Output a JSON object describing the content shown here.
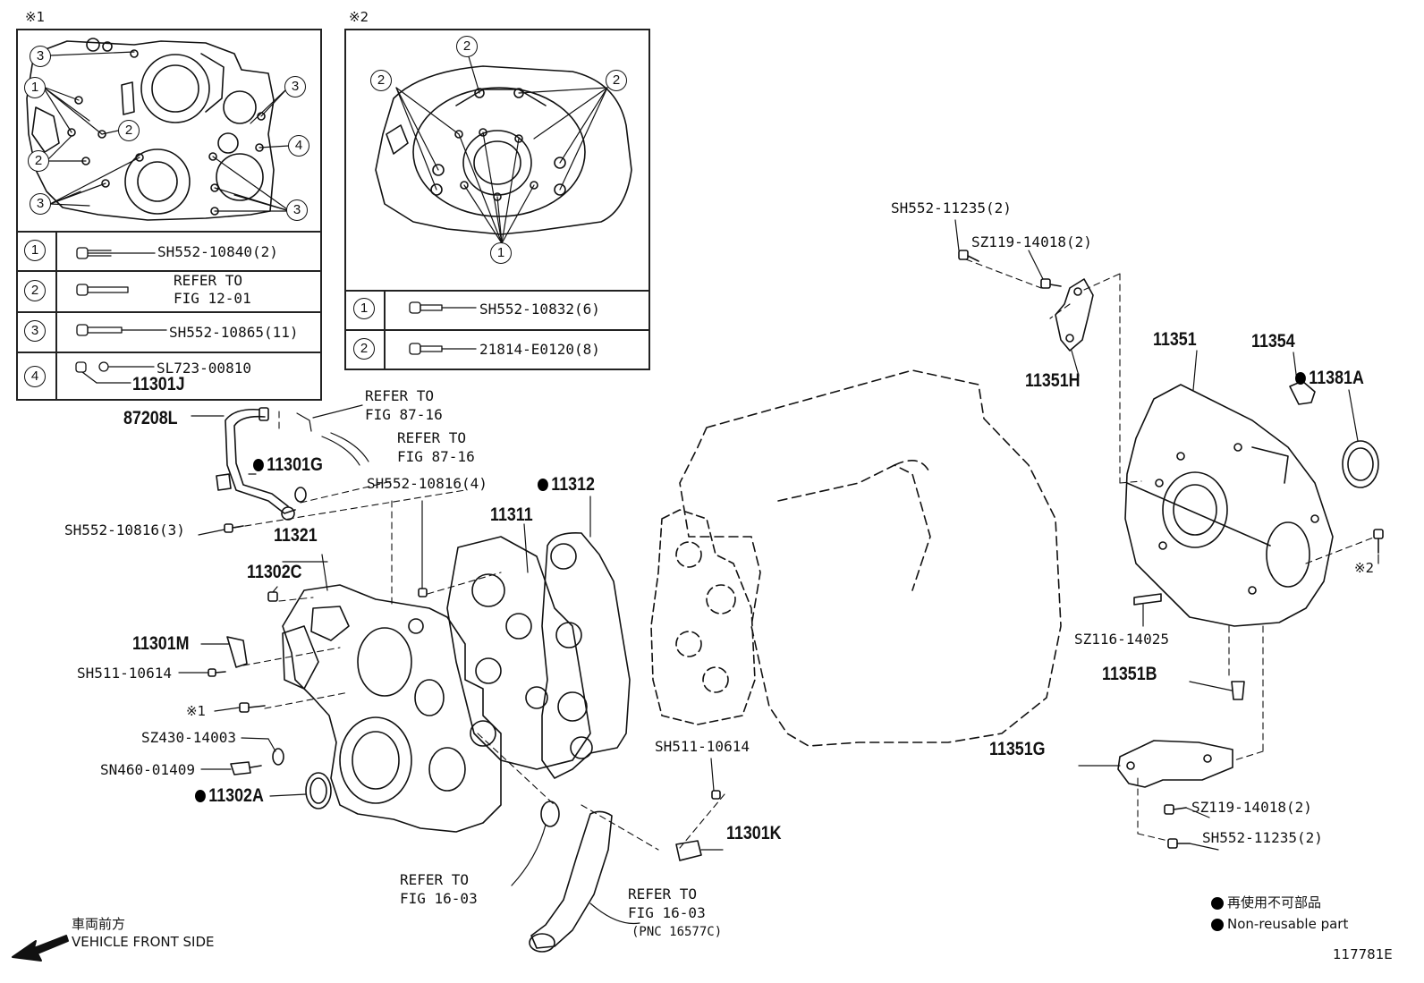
{
  "inset1": {
    "mark": "※1",
    "rows": [
      {
        "num": "1",
        "part": "SH552-10840(2)"
      },
      {
        "num": "2",
        "refer1": "REFER TO",
        "refer2": "FIG 12-01"
      },
      {
        "num": "3",
        "part": "SH552-10865(11)"
      },
      {
        "num": "4",
        "part": "SL723-00810",
        "part2": "11301J"
      }
    ]
  },
  "inset2": {
    "mark": "※2",
    "rows": [
      {
        "num": "1",
        "part": "SH552-10832(6)"
      },
      {
        "num": "2",
        "part": "21814-E0120(8)"
      }
    ]
  },
  "labels": {
    "p87208L": "87208L",
    "p11301G": "11301G",
    "p11321": "11321",
    "p11302C": "11302C",
    "p11301M": "11301M",
    "p11311": "11311",
    "p11312": "11312",
    "p11302A": "11302A",
    "p11301K": "11301K",
    "p11351": "11351",
    "p11354": "11354",
    "p11381A": "11381A",
    "p11351H": "11351H",
    "p11351B": "11351B",
    "p11351G": "11351G",
    "sh552_10816_3": "SH552-10816(3)",
    "sh552_10816_4": "SH552-10816(4)",
    "sh511_10614_a": "SH511-10614",
    "sh511_10614_b": "SH511-10614",
    "sz430_14003": "SZ430-14003",
    "sn460_01409": "SN460-01409",
    "mark1": "※1",
    "mark2": "※2",
    "sh552_11235_top": "SH552-11235(2)",
    "sz119_14018_top": "SZ119-14018(2)",
    "sz116_14025": "SZ116-14025",
    "sz119_14018_bot": "SZ119-14018(2)",
    "sh552_11235_bot": "SH552-11235(2)"
  },
  "refers": {
    "r87_16_a": {
      "line1": "REFER TO",
      "line2": "FIG 87-16"
    },
    "r87_16_b": {
      "line1": "REFER TO",
      "line2": "FIG 87-16"
    },
    "r16_03_a": {
      "line1": "REFER TO",
      "line2": "FIG 16-03"
    },
    "r16_03_b": {
      "line1": "REFER TO",
      "line2": "FIG 16-03",
      "line3": "(PNC 16577C)"
    }
  },
  "legend": {
    "jp": "再使用不可部品",
    "en": "Non-reusable part"
  },
  "front": {
    "jp": "車両前方",
    "en": "VEHICLE FRONT SIDE"
  },
  "figure_id": "117781E",
  "colors": {
    "ink": "#111111",
    "paper": "#ffffff"
  }
}
